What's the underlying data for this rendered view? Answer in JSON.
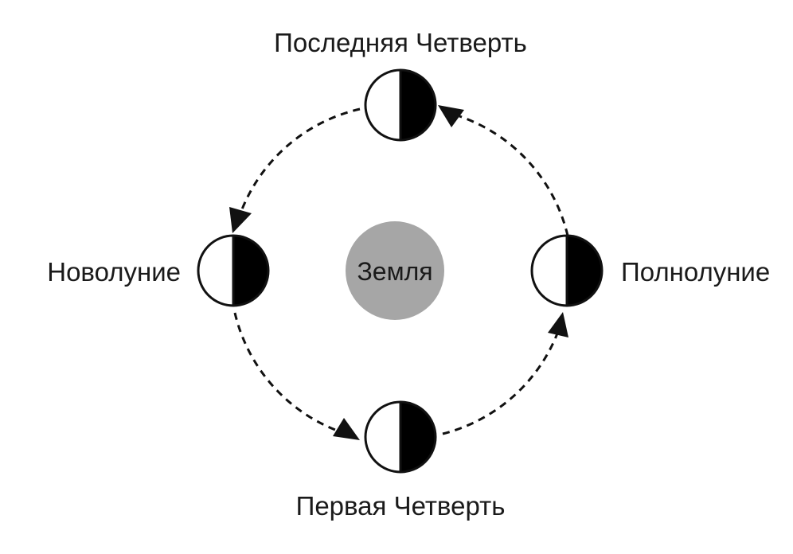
{
  "diagram": {
    "center_label": "Земля",
    "phases": {
      "top": "Последняя Четверть",
      "left": "Новолуние",
      "right": "Полнолуние",
      "bottom": "Первая Четверть"
    },
    "colors": {
      "earth": "#a6a6a6",
      "line": "#111111",
      "moon_dark": "#000000",
      "moon_light": "#ffffff"
    },
    "orbit_direction": "counterclockwise"
  }
}
